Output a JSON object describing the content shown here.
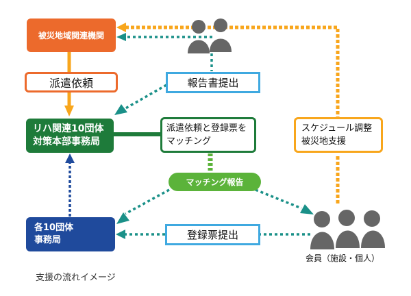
{
  "colors": {
    "orange_dark": "#EC6A2C",
    "orange_light": "#F8A61C",
    "green_dark": "#1E7B3A",
    "green_light": "#5BB33A",
    "blue_dark": "#1F4A9C",
    "blue_light": "#3FA9E0",
    "teal": "#1A9088",
    "person_gray": "#666666"
  },
  "nodes": {
    "disaster_org": "被災地域関連機関",
    "dispatch_request": "派遣依頼",
    "hq_line1": "リハ関連10団体",
    "hq_line2": "対策本部事務局",
    "matching_line1": "派遣依頼と登録票を",
    "matching_line2": "マッチング",
    "matching_report": "マッチング報告",
    "report_submit": "報告書提出",
    "schedule_line1": "スケジュール調整",
    "schedule_line2": "被災地支援",
    "org_office_line1": "各10団体",
    "org_office_line2": "事務局",
    "registration_submit": "登録票提出",
    "members_label": "会員（施設・個人）"
  },
  "caption": "支援の流れイメージ"
}
